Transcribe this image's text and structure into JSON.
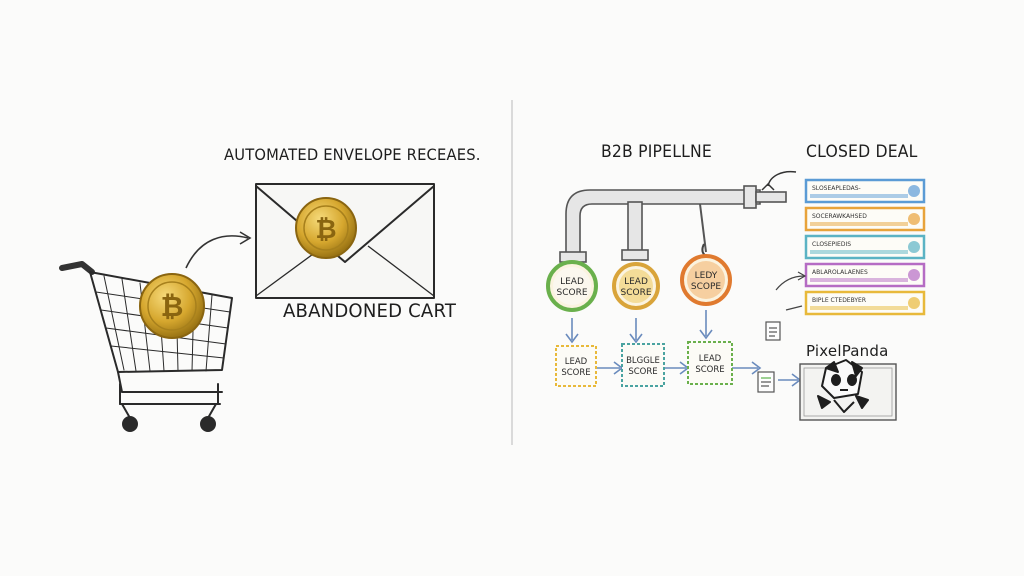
{
  "left_panel": {
    "title": "AUTOMATED ENVELOPE RECEAES.",
    "caption": "ABANDONED CART"
  },
  "right_panel": {
    "title": "B2B PIPELLNE",
    "closed_title": "CLOSED DEAL",
    "brand": "PixelPanda",
    "circle_nodes": [
      {
        "line1": "LEAD",
        "line2": "SCORE",
        "color": "#6ab04c"
      },
      {
        "line1": "LEAD",
        "line2": "SCORE",
        "color": "#d9a43a"
      },
      {
        "line1": "LEDY",
        "line2": "SCOPE",
        "color": "#e07a2f"
      }
    ],
    "box_nodes": [
      {
        "line1": "LEAD",
        "line2": "SCORE",
        "color": "#e8b93a"
      },
      {
        "line1": "BLGGLE",
        "line2": "SCORE",
        "color": "#4aa3a0"
      },
      {
        "line1": "LEAD",
        "line2": "SCORE",
        "color": "#6ab04c"
      }
    ],
    "deal_cards": [
      {
        "text": "SLOSEAPLEDAS-",
        "color": "#5b9bd5"
      },
      {
        "text": "SOCERAWKAHSED",
        "color": "#e8a33a"
      },
      {
        "text": "CLOSEPIEDIS",
        "color": "#5bb3c4"
      },
      {
        "text": "ABLAROLALAENES",
        "color": "#b56cc4"
      },
      {
        "text": "BIPLE CTEDEBYER",
        "color": "#e8b93a"
      }
    ]
  },
  "colors": {
    "coin": "#d6a72e",
    "coin_dark": "#9a7414",
    "ink": "#2a2a2a",
    "pipe": "#8a8a8a",
    "arrow": "#6a8bbd"
  },
  "icons": [
    "shopping-cart-icon",
    "bitcoin-coin-icon",
    "envelope-icon",
    "panda-icon",
    "document-icon"
  ]
}
